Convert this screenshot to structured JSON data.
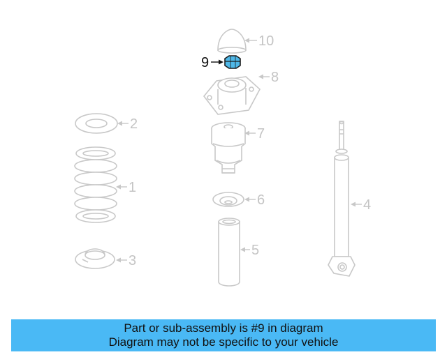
{
  "diagram": {
    "highlight_color": "#4fb8e8",
    "line_color": "#c8c8c8",
    "callouts": [
      {
        "id": "1",
        "label": "1",
        "highlighted": false
      },
      {
        "id": "2",
        "label": "2",
        "highlighted": false
      },
      {
        "id": "3",
        "label": "3",
        "highlighted": false
      },
      {
        "id": "4",
        "label": "4",
        "highlighted": false
      },
      {
        "id": "5",
        "label": "5",
        "highlighted": false
      },
      {
        "id": "6",
        "label": "6",
        "highlighted": false
      },
      {
        "id": "7",
        "label": "7",
        "highlighted": false
      },
      {
        "id": "8",
        "label": "8",
        "highlighted": false
      },
      {
        "id": "9",
        "label": "9",
        "highlighted": true
      },
      {
        "id": "10",
        "label": "10",
        "highlighted": false
      }
    ]
  },
  "banner": {
    "background": "#4ab9f5",
    "line1": "Part or sub-assembly is #9 in diagram",
    "line2": "Diagram may not be specific to your vehicle"
  }
}
